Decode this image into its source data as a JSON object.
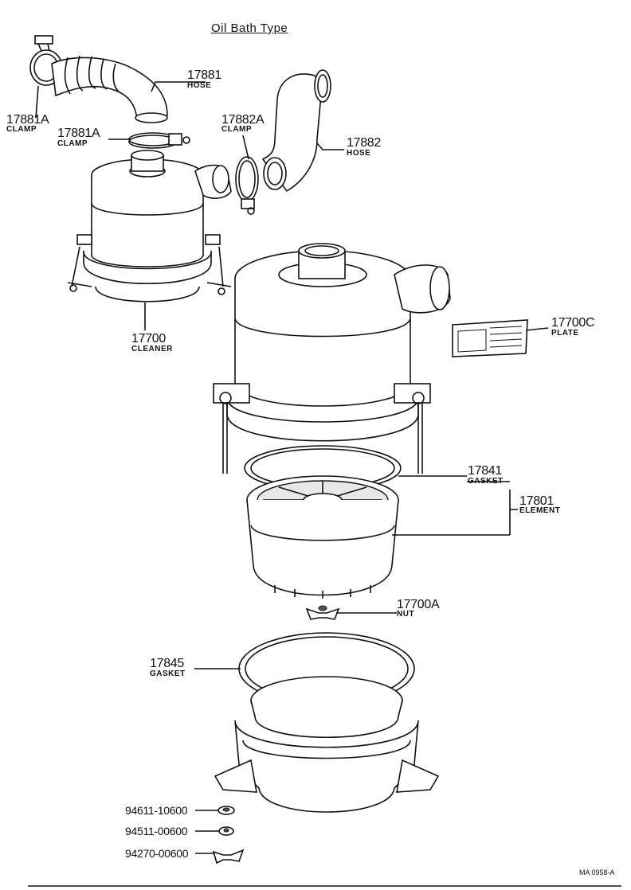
{
  "title": "Oil Bath Type",
  "parts": [
    {
      "id": "17881",
      "name": "HOSE"
    },
    {
      "id": "17881A",
      "name": "CLAMP"
    },
    {
      "id": "17881A_2",
      "number": "17881A",
      "name": "CLAMP"
    },
    {
      "id": "17882A",
      "name": "CLAMP"
    },
    {
      "id": "17882",
      "name": "HOSE"
    },
    {
      "id": "17700",
      "name": "CLEANER"
    },
    {
      "id": "17700C",
      "name": "PLATE"
    },
    {
      "id": "17841",
      "name": "GASKET"
    },
    {
      "id": "17801",
      "name": "ELEMENT"
    },
    {
      "id": "17700A",
      "name": "NUT"
    },
    {
      "id": "17845",
      "name": "GASKET"
    }
  ],
  "hardware": [
    "94611-10600",
    "94511-00600",
    "94270-00600"
  ],
  "figure_code": "MA 0958-A"
}
